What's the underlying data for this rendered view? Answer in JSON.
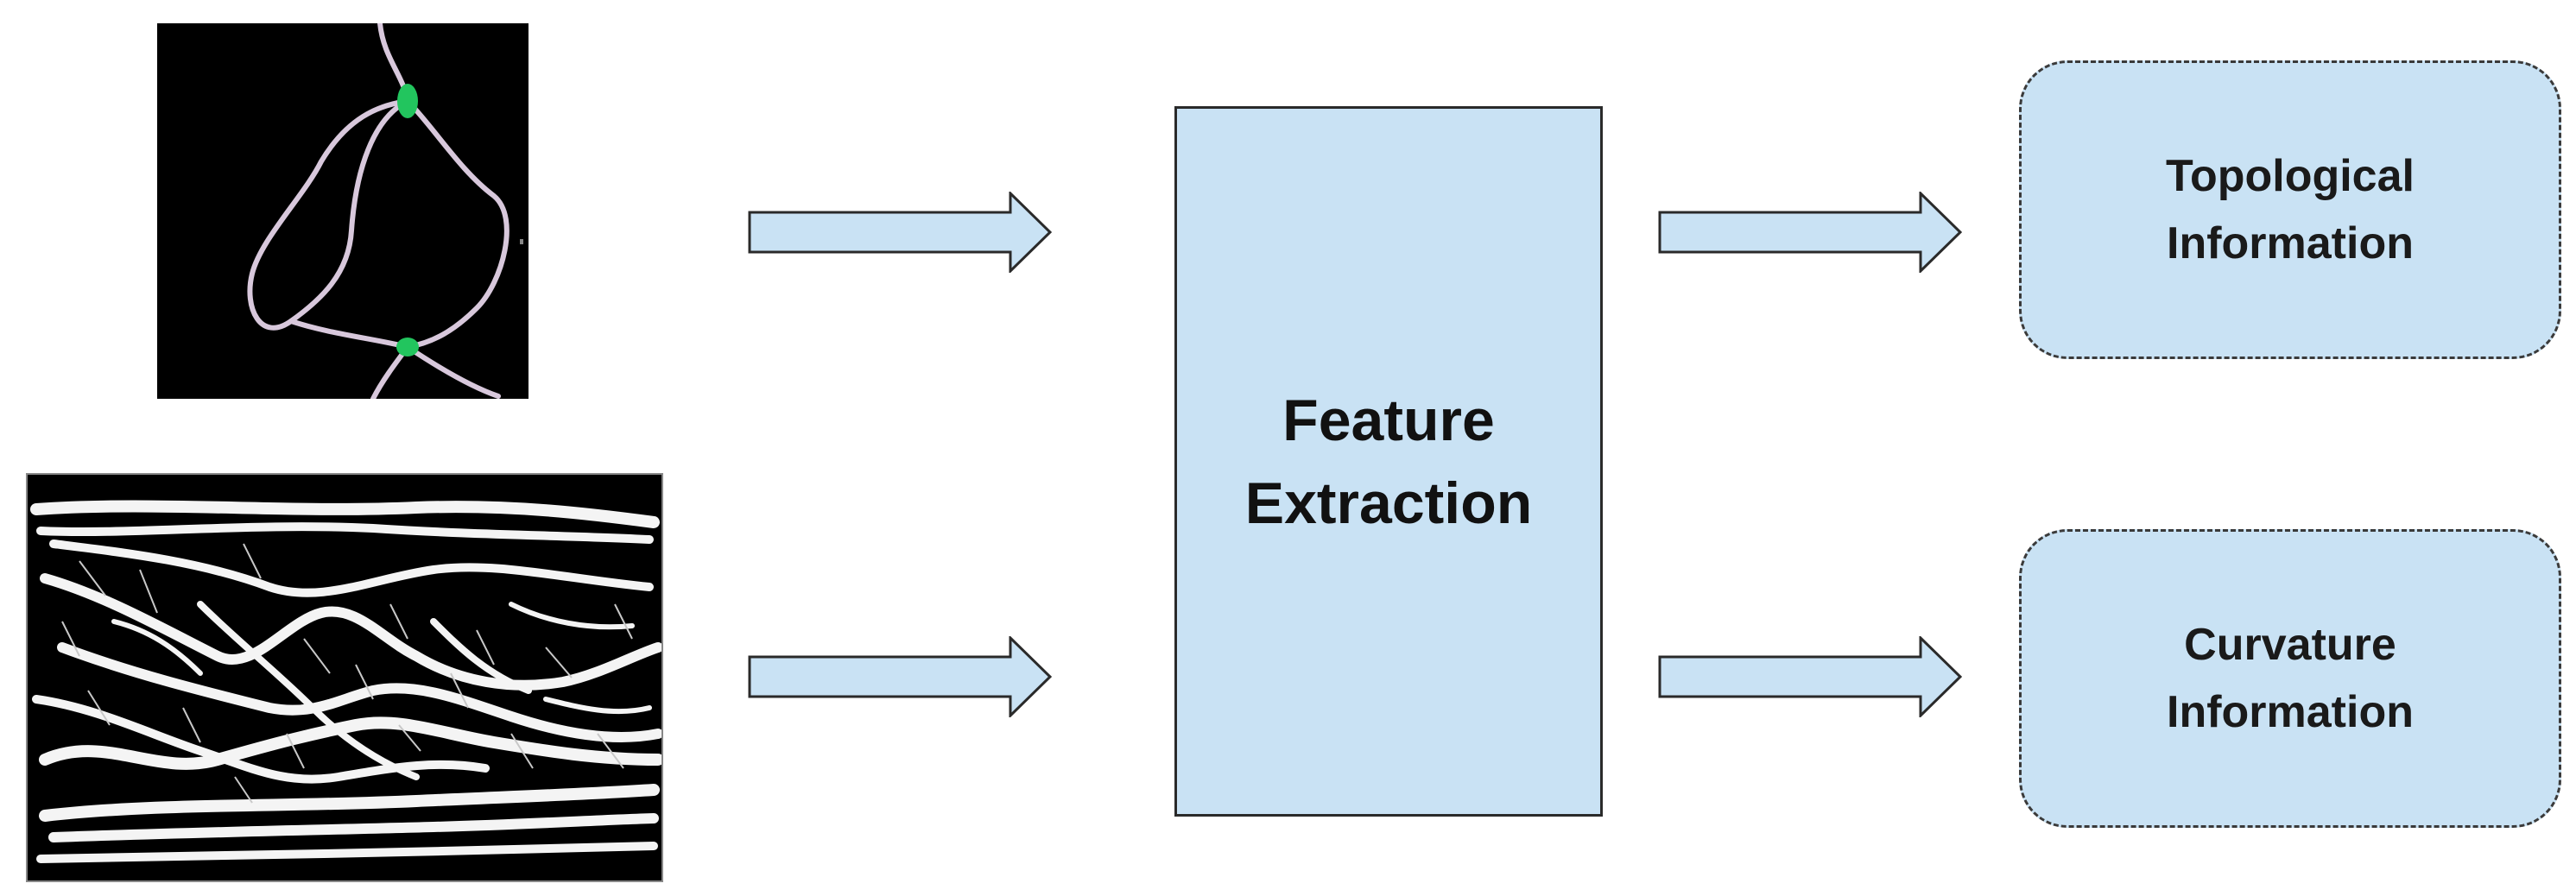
{
  "diagram": {
    "inputs": [
      {
        "icon": "vessel-graph-image"
      },
      {
        "icon": "fiber-network-image"
      }
    ],
    "process": {
      "line1": "Feature",
      "line2": "Extraction"
    },
    "outputs": [
      {
        "line1": "Topological",
        "line2": "Information"
      },
      {
        "line1": "Curvature",
        "line2": "Information"
      }
    ],
    "colors": {
      "box_fill": "#c9e2f4",
      "box_border": "#2a2a2a",
      "arrow_fill": "#c9e2f4",
      "arrow_stroke": "#2a2a2a",
      "node_color": "#22c55e",
      "background": "#ffffff"
    }
  }
}
